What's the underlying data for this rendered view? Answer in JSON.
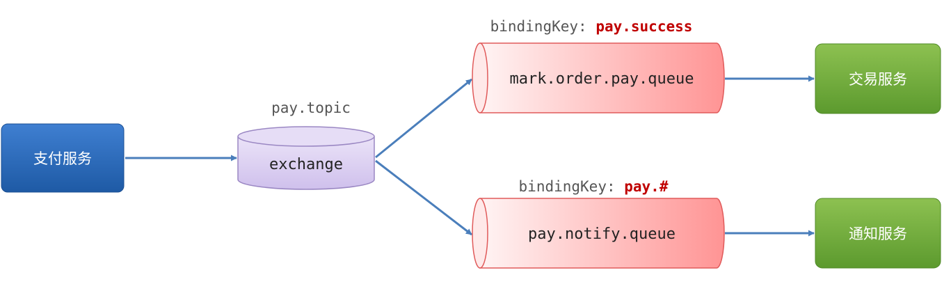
{
  "services": {
    "publisher": {
      "label": "支付服务"
    },
    "trade": {
      "label": "交易服务"
    },
    "notify": {
      "label": "通知服务"
    }
  },
  "exchange": {
    "name": "pay.topic",
    "label": "exchange"
  },
  "queues": {
    "order": {
      "label": "mark.order.pay.queue",
      "binding_prefix": "bindingKey: ",
      "binding_key": "pay.success"
    },
    "notify": {
      "label": "pay.notify.queue",
      "binding_prefix": "bindingKey: ",
      "binding_key": "pay.#"
    }
  },
  "colors": {
    "publisher_top": "#3f7fd1",
    "publisher_bottom": "#1e5aa5",
    "service_top": "#8dc151",
    "service_bottom": "#5c9a2e",
    "exchange_fill": "#dcd0f2",
    "exchange_stroke": "#9a87c3",
    "queue_left": "#fff2f2",
    "queue_right": "#ff9797",
    "queue_stroke": "#e05a5a",
    "arrow": "#4a7ebb",
    "binding_key": "#c00000",
    "label_gray": "#555555"
  }
}
